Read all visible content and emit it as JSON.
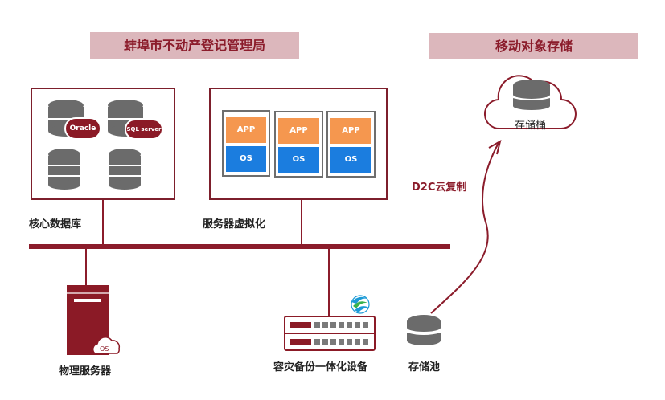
{
  "headers": {
    "left": "蚌埠市不动产登记管理局",
    "right": "移动对象存储"
  },
  "core_db": {
    "label": "核心数据库",
    "badges": [
      "Oracle",
      "SQL server"
    ]
  },
  "virtualization": {
    "label": "服务器虚拟化",
    "vms": [
      {
        "app": "APP",
        "os": "OS"
      },
      {
        "app": "APP",
        "os": "OS"
      },
      {
        "app": "APP",
        "os": "OS"
      }
    ]
  },
  "physical_server": {
    "label": "物理服务器",
    "cloud_text": "OS"
  },
  "backup_appliance": {
    "label": "容灾备份一体化设备"
  },
  "storage_pool": {
    "label": "存储池"
  },
  "bucket": {
    "label": "存储桶"
  },
  "replication": {
    "label": "D2C云复制"
  },
  "colors": {
    "brand": "#8b1c2b",
    "banner_bg": "#dcb7bc",
    "app": "#f5974f",
    "os": "#1b7ddf",
    "db_gray": "#6b6b6b"
  }
}
